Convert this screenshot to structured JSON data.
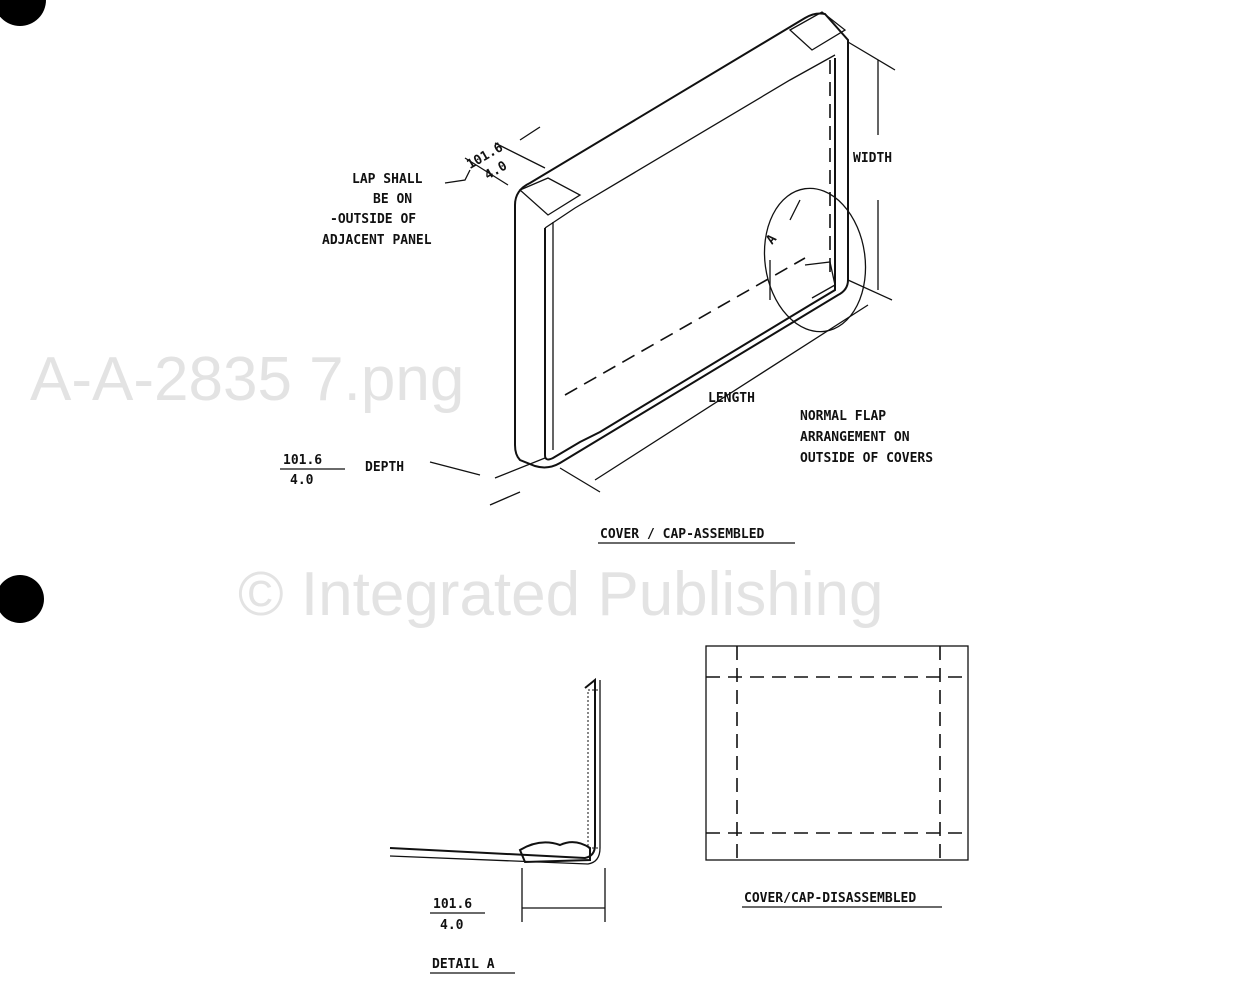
{
  "watermark": {
    "line1": "© Integrated Publishing",
    "line2": "A-A-2835 7.png"
  },
  "assembled": {
    "title": "COVER / CAP-ASSEMBLED",
    "lap_note": [
      "LAP SHALL",
      "BE ON",
      "-OUTSIDE OF",
      "ADJACENT PANEL"
    ],
    "lap_dim": {
      "top": "101.6",
      "bottom": "4.0"
    },
    "width_label": "WIDTH",
    "length_label": "LENGTH",
    "depth_label": "DEPTH",
    "depth_dim": {
      "top": "101.6",
      "bottom": "4.0"
    },
    "detail_callout": "A",
    "flap_note": [
      "NORMAL FLAP",
      "ARRANGEMENT ON",
      "OUTSIDE OF COVERS"
    ]
  },
  "detail": {
    "title": "DETAIL A",
    "dim": {
      "top": "101.6",
      "bottom": "4.0"
    }
  },
  "disassembled": {
    "title": "COVER/CAP-DISASSEMBLED"
  }
}
